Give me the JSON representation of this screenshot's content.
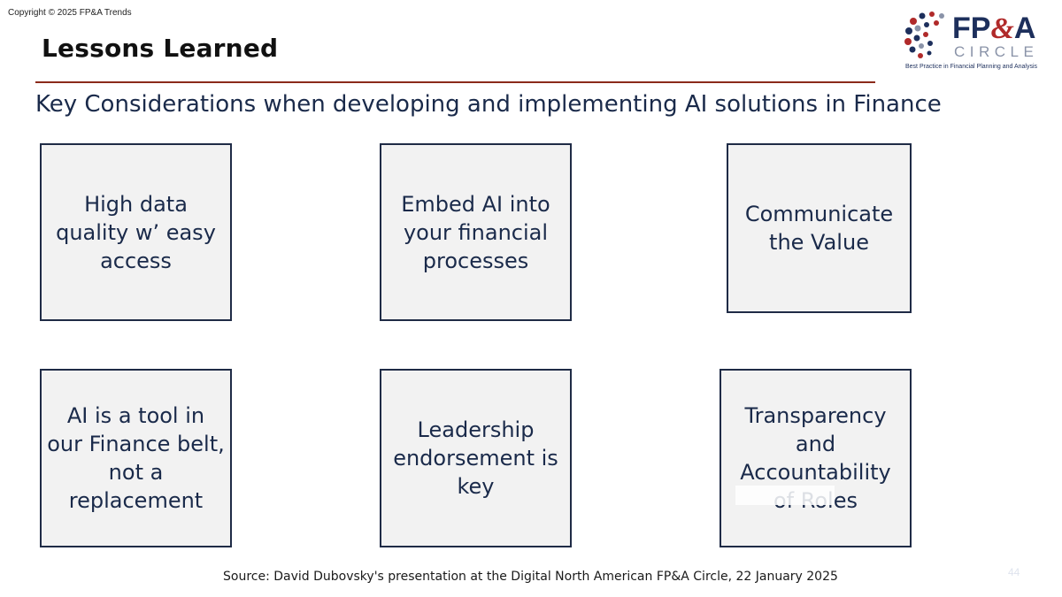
{
  "header": {
    "copyright": "Copyright © 2025 FP&A Trends",
    "title": "Lessons Learned",
    "subtitle": "Key Considerations when developing and implementing AI solutions in Finance"
  },
  "logo": {
    "fp": "FP",
    "amp": "&",
    "a": "A",
    "circle": "CIRCLE",
    "tagline": "Best Practice in Financial Planning and Analysis"
  },
  "cards": [
    {
      "text": "High data quality w’ easy access"
    },
    {
      "text": "Embed AI into your financial processes"
    },
    {
      "text": "Communicate the Value"
    },
    {
      "text": "AI is a tool in our Finance belt, not a replacement"
    },
    {
      "text": "Leadership endorsement is key"
    },
    {
      "text": "Transparency and Accountability of Roles"
    }
  ],
  "footer": {
    "source": "Source: David Dubovsky's presentation at the Digital North American FP&A Circle, 22 January 2025",
    "page_number": "44"
  },
  "colors": {
    "title_rule": "#8b2a1a",
    "card_border": "#1f2b46",
    "card_fill": "#f2f2f2",
    "text_navy": "#1a2a4a",
    "logo_navy": "#1d2f5c",
    "logo_red": "#b02a2a"
  }
}
